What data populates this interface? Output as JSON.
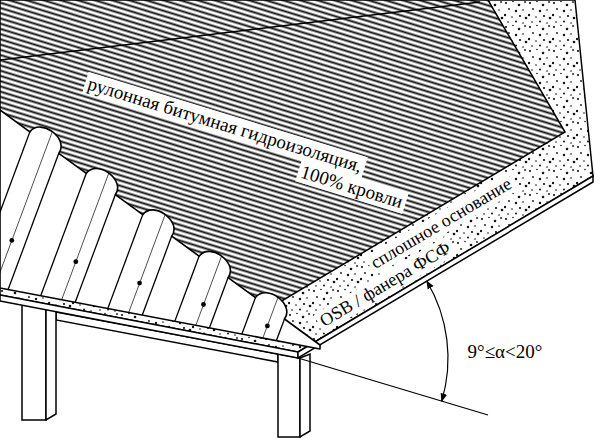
{
  "diagram": {
    "labels": [
      "рулонная битумная гидроизоляция,",
      "100% кровли",
      "сплошное основание",
      "OSB / фанера ФСФ",
      "9°≤α<20°"
    ]
  }
}
